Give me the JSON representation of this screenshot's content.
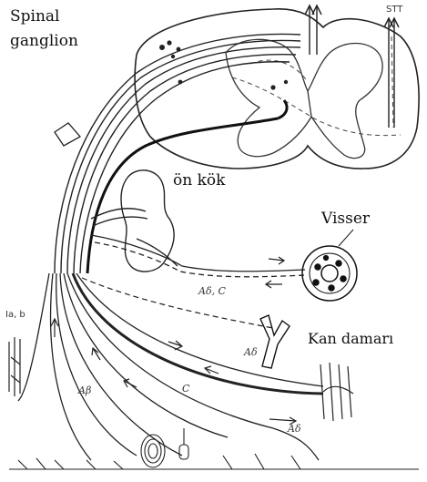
{
  "labels": {
    "spinal_ganglion_line1": "Spinal",
    "spinal_ganglion_line2": "ganglion",
    "ventral_root": "ön kök",
    "viscera": "Visser",
    "blood_vessel": "Kan damarı",
    "stt": "STT",
    "fiber_ia_b": "Ia, b",
    "fiber_ad_c": "Aδ, C",
    "fiber_ab": "Aβ",
    "fiber_c": "C",
    "fiber_ad_upper": "Aδ",
    "fiber_ad_lower": "Aδ"
  }
}
